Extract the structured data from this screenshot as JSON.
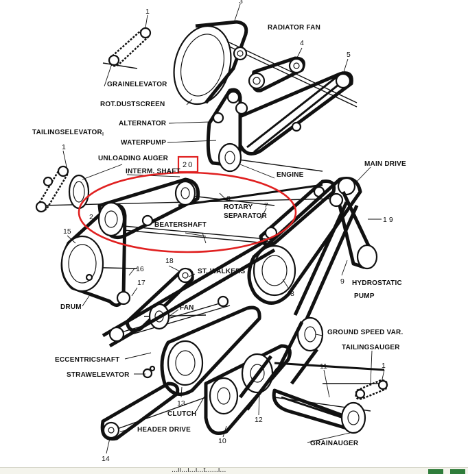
{
  "labels": {
    "radiator_fan": "RADIATOR FAN",
    "grain_elevator": "GRAINELEVATOR",
    "rot_dustscreen": "ROT.DUSTSCREEN",
    "alternator": "ALTERNATOR",
    "tailings_elevator": "TAILINGSELEVATOR",
    "waterpump": "WATERPUMP",
    "unloading_auger": "UNLOADING AUGER",
    "interm_shaft": "INTERM. SHAFT",
    "engine": "ENGINE",
    "main_drive": "MAIN DRIVE",
    "rotary": "ROTARY",
    "separator": "SEPARATOR",
    "beatershaft": "BEATERSHAFT",
    "st_walkers": "ST. WALKERS",
    "hydrostatic": "HYDROSTATIC",
    "pump": "PUMP",
    "drum": "DRUM",
    "fan": "FAN",
    "ground_speed_var": "GROUND SPEED VAR.",
    "tailings_auger": "TAILINGSAUGER",
    "eccentric_shaft": "ECCENTRICSHAFT",
    "straw_elevator": "STRAWELEVATOR",
    "clutch": "CLUTCH",
    "header_drive": "HEADER DRIVE",
    "grain_auger": "GRAINAUGER"
  },
  "numbers": {
    "n1_top": "1",
    "n3": "3",
    "n4": "4",
    "n5": "5",
    "n1_left": "1",
    "n20": "20",
    "n6": "6",
    "n7": "7",
    "n2": "2",
    "n15": "15",
    "n19": "19",
    "n18": "18",
    "n16": "16",
    "n17": "17",
    "n8": "8",
    "n9": "9",
    "n11": "11",
    "n1_right": "1",
    "n13": "13",
    "n12": "12",
    "n10": "10",
    "n14": "14"
  },
  "highlight": {
    "color": "#e02020"
  },
  "footer": {
    "fragment": "...ll...i...l...t......l..."
  }
}
